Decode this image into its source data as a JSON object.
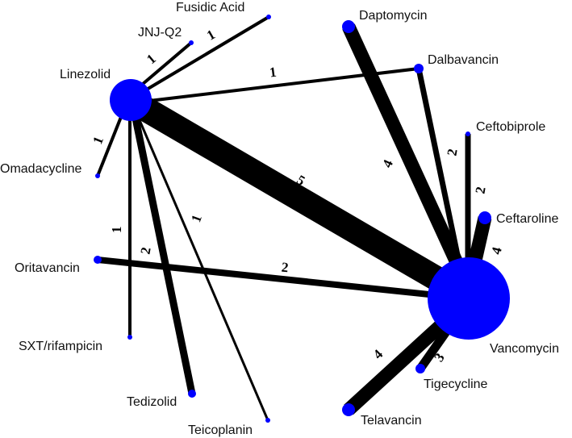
{
  "network": {
    "node_color": "#0000ff",
    "edge_color": "#000000",
    "nodes": {
      "linezolid": "Linezolid",
      "vancomycin": "Vancomycin",
      "fusidic_acid": "Fusidic Acid",
      "jnj_q2": "JNJ-Q2",
      "daptomycin": "Daptomycin",
      "dalbavancin": "Dalbavancin",
      "ceftobiprole": "Ceftobiprole",
      "ceftaroline": "Ceftaroline",
      "omadacycline": "Omadacycline",
      "oritavancin": "Oritavancin",
      "sxt_rifampicin": "SXT/rifampicin",
      "tedizolid": "Tedizolid",
      "teicoplanin": "Teicoplanin",
      "tigecycline": "Tigecycline",
      "telavancin": "Telavancin"
    },
    "edges": [
      {
        "from": "Linezolid",
        "to": "Fusidic Acid",
        "label": "1"
      },
      {
        "from": "Linezolid",
        "to": "JNJ-Q2",
        "label": "1"
      },
      {
        "from": "Linezolid",
        "to": "Dalbavancin",
        "label": "1"
      },
      {
        "from": "Linezolid",
        "to": "Omadacycline",
        "label": "1"
      },
      {
        "from": "Linezolid",
        "to": "Vancomycin",
        "label": "5"
      },
      {
        "from": "Linezolid",
        "to": "SXT/rifampicin",
        "label": "1"
      },
      {
        "from": "Linezolid",
        "to": "Tedizolid",
        "label": "2"
      },
      {
        "from": "Linezolid",
        "to": "Teicoplanin",
        "label": "1"
      },
      {
        "from": "Oritavancin",
        "to": "Vancomycin",
        "label": "2"
      },
      {
        "from": "Daptomycin",
        "to": "Vancomycin",
        "label": "4"
      },
      {
        "from": "Dalbavancin",
        "to": "Vancomycin",
        "label": "2"
      },
      {
        "from": "Ceftobiprole",
        "to": "Vancomycin",
        "label": "2"
      },
      {
        "from": "Ceftaroline",
        "to": "Vancomycin",
        "label": "4"
      },
      {
        "from": "Tigecycline",
        "to": "Vancomycin",
        "label": "3"
      },
      {
        "from": "Telavancin",
        "to": "Vancomycin",
        "label": "4"
      }
    ]
  }
}
